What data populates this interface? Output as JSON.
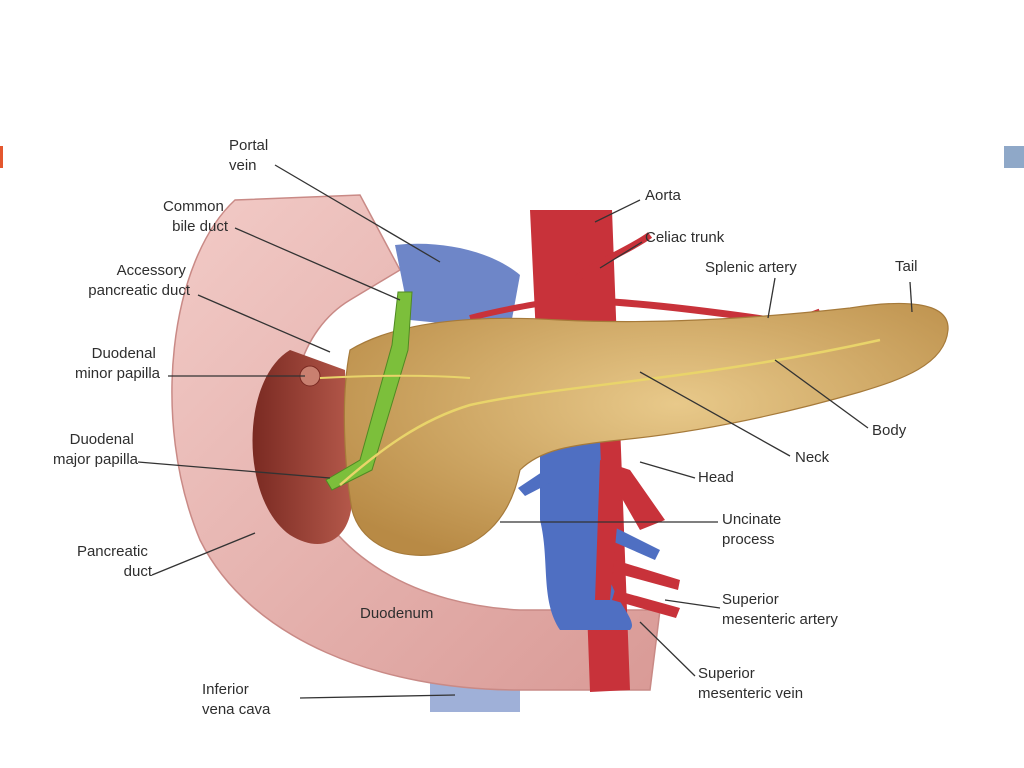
{
  "colors": {
    "accent_left": "#e4572e",
    "accent_right": "#8fa8c8",
    "pancreas": "#d9b56e",
    "duodenum": "#e6b3b0",
    "artery": "#c8323a",
    "vein": "#4f6fc2",
    "bile_duct": "#7cbf3b"
  },
  "labels": {
    "portal_vein": [
      "Portal",
      "vein"
    ],
    "common_bile_duct": [
      "Common",
      "bile duct"
    ],
    "accessory_pancreatic_duct": [
      "Accessory",
      "pancreatic duct"
    ],
    "duodenal_minor_papilla": [
      "Duodenal",
      "minor papilla"
    ],
    "duodenal_major_papilla": [
      "Duodenal",
      "major papilla"
    ],
    "pancreatic_duct": [
      "Pancreatic",
      "duct"
    ],
    "inferior_vena_cava": [
      "Inferior",
      "vena cava"
    ],
    "aorta": "Aorta",
    "celiac_trunk": "Celiac trunk",
    "splenic_artery": "Splenic artery",
    "tail": "Tail",
    "body": "Body",
    "neck": "Neck",
    "head": "Head",
    "uncinate_process": [
      "Uncinate",
      "process"
    ],
    "superior_mesenteric_artery": [
      "Superior",
      "mesenteric artery"
    ],
    "superior_mesenteric_vein": [
      "Superior",
      "mesenteric vein"
    ],
    "duodenum": "Duodenum"
  }
}
